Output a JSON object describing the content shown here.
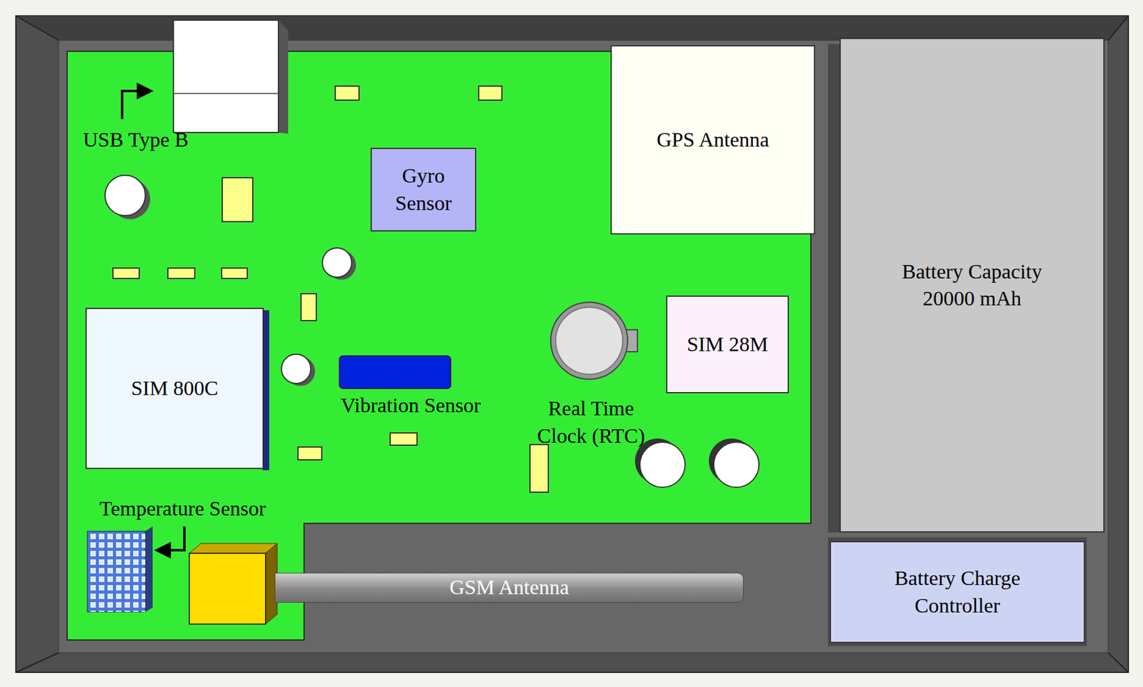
{
  "diagram": {
    "nodes": [
      {
        "text": [
          "Gyro Sensor"
        ]
      },
      {
        "text": [
          "GPS Antenna"
        ]
      },
      {
        "text": [
          "Battery Capacity 20000 mAh"
        ]
      },
      {
        "text": [
          "SIM 800C"
        ]
      },
      {
        "text": [
          "SIM 28M"
        ]
      },
      {
        "text": [
          "GSM Antenna"
        ]
      },
      {
        "text": [
          "Battery Charge Controller"
        ]
      }
    ],
    "labels": [
      "USB Type B",
      "Vibration Sensor",
      "Real Time Clock (RTC)",
      "Temperature Sensor"
    ]
  }
}
